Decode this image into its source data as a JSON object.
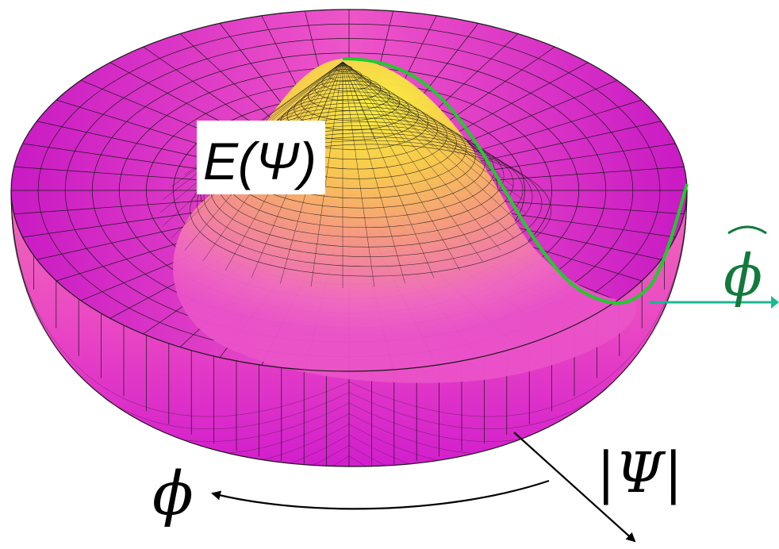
{
  "labels": {
    "energy": "E(Ψ)",
    "phase": "ϕ",
    "magnitude": "|Ψ|",
    "mode": "ϕ"
  },
  "colors": {
    "hat_peak": "#f9f53a",
    "hat_mid": "#f6a07a",
    "surface_main": "#ee55c8",
    "rim_inner": "#c91ac4",
    "wall_outer": "#e946c4",
    "wall_lower": "#d21ecd",
    "mesh": "#1a1a1a",
    "mode_curve": "#1fcc2a",
    "mode_arrow": "#1ab890",
    "mode_label": "#127a3d",
    "axis_arrow": "#000000",
    "label_box": "#ffffff"
  },
  "icons": {
    "phase_arrow": "curved-arrow-icon",
    "magnitude_arrow": "radial-arrow-icon",
    "mode_arrow": "straight-arrow-icon"
  }
}
